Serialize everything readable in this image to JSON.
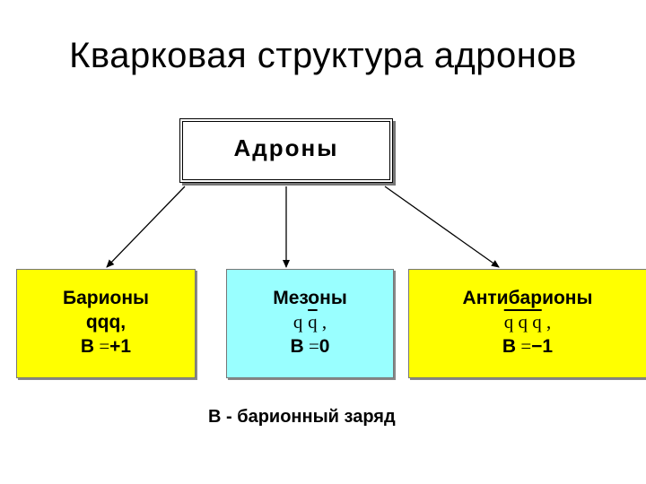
{
  "title": "Кварковая структура  адронов",
  "root": {
    "label": "Адроны"
  },
  "children": [
    {
      "label": "Барионы",
      "quarks": "qqq,",
      "charge_symbol": "B",
      "charge_op": " =",
      "charge_value": "+1"
    },
    {
      "label": "Мезоны",
      "quarks_q": "q",
      "quarks_qbar": "q",
      "quarks_sep": " ,",
      "charge_symbol": "B",
      "charge_op": " =",
      "charge_value": "0"
    },
    {
      "label": "Антибарионы",
      "quarks_qbar": "q q q",
      "quarks_sep": " ,",
      "charge_symbol": "B",
      "charge_op": " =",
      "charge_value": "−1"
    }
  ],
  "legend": {
    "symbol": "B",
    "text": "  - барионный заряд"
  },
  "colors": {
    "baryon_box": "#ffff00",
    "meson_box": "#99ffff",
    "antibaryon_box": "#ffff00",
    "lines": "#000000"
  }
}
